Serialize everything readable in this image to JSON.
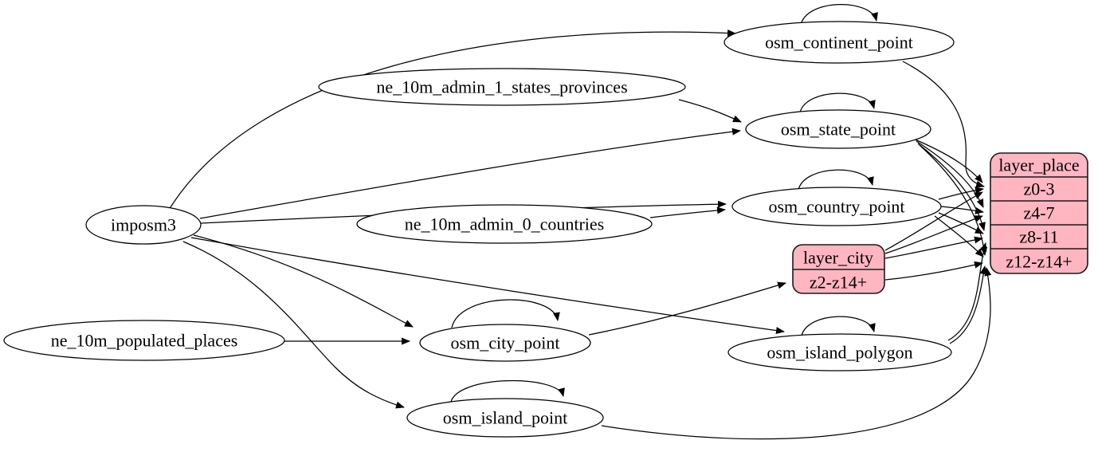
{
  "diagram": {
    "colors": {
      "background": "#ffffff",
      "node_fill": "#ffffff",
      "record_fill": "#ffb6c1",
      "stroke": "#000000"
    },
    "nodes": {
      "imposm3": "imposm3",
      "ne_10m_admin_1_states_provinces": "ne_10m_admin_1_states_provinces",
      "ne_10m_admin_0_countries": "ne_10m_admin_0_countries",
      "ne_10m_populated_places": "ne_10m_populated_places",
      "osm_continent_point": "osm_continent_point",
      "osm_state_point": "osm_state_point",
      "osm_country_point": "osm_country_point",
      "osm_city_point": "osm_city_point",
      "osm_island_polygon": "osm_island_polygon",
      "osm_island_point": "osm_island_point"
    },
    "records": {
      "layer_city": {
        "title": "layer_city",
        "rows": [
          "z2-z14+"
        ]
      },
      "layer_place": {
        "title": "layer_place",
        "rows": [
          "z0-3",
          "z4-7",
          "z8-11",
          "z12-z14+"
        ]
      }
    },
    "edges": [
      {
        "from": "imposm3",
        "to": "osm_continent_point"
      },
      {
        "from": "imposm3",
        "to": "osm_state_point"
      },
      {
        "from": "imposm3",
        "to": "osm_country_point"
      },
      {
        "from": "imposm3",
        "to": "osm_city_point"
      },
      {
        "from": "imposm3",
        "to": "osm_island_polygon"
      },
      {
        "from": "imposm3",
        "to": "osm_island_point"
      },
      {
        "from": "ne_10m_admin_1_states_provinces",
        "to": "osm_state_point"
      },
      {
        "from": "ne_10m_admin_0_countries",
        "to": "osm_country_point"
      },
      {
        "from": "ne_10m_populated_places",
        "to": "osm_city_point"
      },
      {
        "from": "osm_continent_point",
        "to": "osm_continent_point"
      },
      {
        "from": "osm_state_point",
        "to": "osm_state_point"
      },
      {
        "from": "osm_country_point",
        "to": "osm_country_point"
      },
      {
        "from": "osm_city_point",
        "to": "osm_city_point"
      },
      {
        "from": "osm_island_polygon",
        "to": "osm_island_polygon"
      },
      {
        "from": "osm_island_point",
        "to": "osm_island_point"
      },
      {
        "from": "osm_city_point",
        "to": "layer_city",
        "row": "z2-z14+"
      },
      {
        "from": "osm_continent_point",
        "to": "layer_place",
        "row": "z0-3"
      },
      {
        "from": "osm_state_point",
        "to": "layer_place",
        "row": "z0-3"
      },
      {
        "from": "osm_state_point",
        "to": "layer_place",
        "row": "z4-7"
      },
      {
        "from": "osm_state_point",
        "to": "layer_place",
        "row": "z8-11"
      },
      {
        "from": "osm_state_point",
        "to": "layer_place",
        "row": "z12-z14+"
      },
      {
        "from": "osm_country_point",
        "to": "layer_place",
        "row": "z0-3"
      },
      {
        "from": "osm_country_point",
        "to": "layer_place",
        "row": "z4-7"
      },
      {
        "from": "osm_country_point",
        "to": "layer_place",
        "row": "z8-11"
      },
      {
        "from": "osm_country_point",
        "to": "layer_place",
        "row": "z12-z14+"
      },
      {
        "from": "layer_city",
        "to": "layer_place",
        "row": "z0-3"
      },
      {
        "from": "layer_city",
        "to": "layer_place",
        "row": "z4-7"
      },
      {
        "from": "layer_city",
        "to": "layer_place",
        "row": "z8-11"
      },
      {
        "from": "layer_city",
        "to": "layer_place",
        "row": "z12-z14+"
      },
      {
        "from": "osm_island_polygon",
        "to": "layer_place",
        "row": "z8-11"
      },
      {
        "from": "osm_island_polygon",
        "to": "layer_place",
        "row": "z12-z14+"
      },
      {
        "from": "osm_island_point",
        "to": "layer_place",
        "row": "z12-z14+"
      }
    ]
  }
}
